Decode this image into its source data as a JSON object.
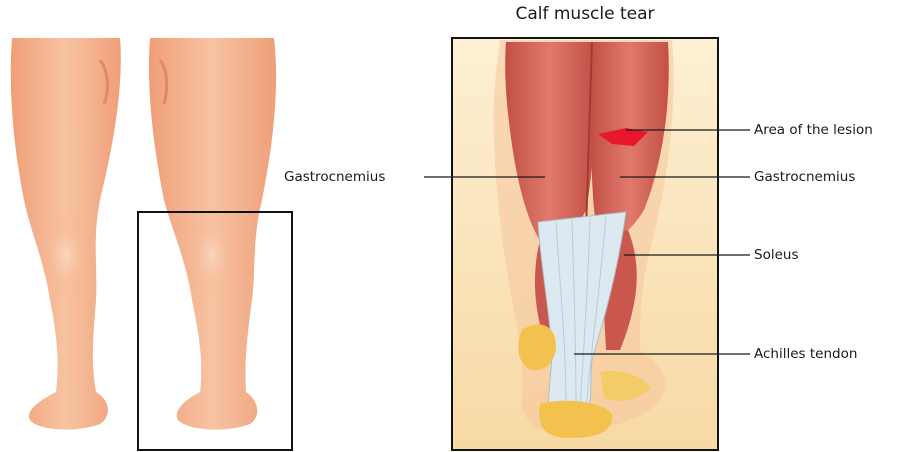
{
  "title": "Calf muscle tear",
  "labels": {
    "lesion": "Area of the lesion",
    "gastro_left": "Gastrocnemius",
    "gastro_right": "Gastrocnemius",
    "soleus": "Soleus",
    "achilles": "Achilles tendon"
  },
  "colors": {
    "skin": "#f3b089",
    "skin_highlight": "#f9cfb3",
    "muscle": "#d9645a",
    "muscle_dark": "#b9473f",
    "tendon": "#dde9f1",
    "bone": "#f2c14e",
    "lesion": "#e8172d",
    "panel_bg": "#fbe3b8"
  }
}
